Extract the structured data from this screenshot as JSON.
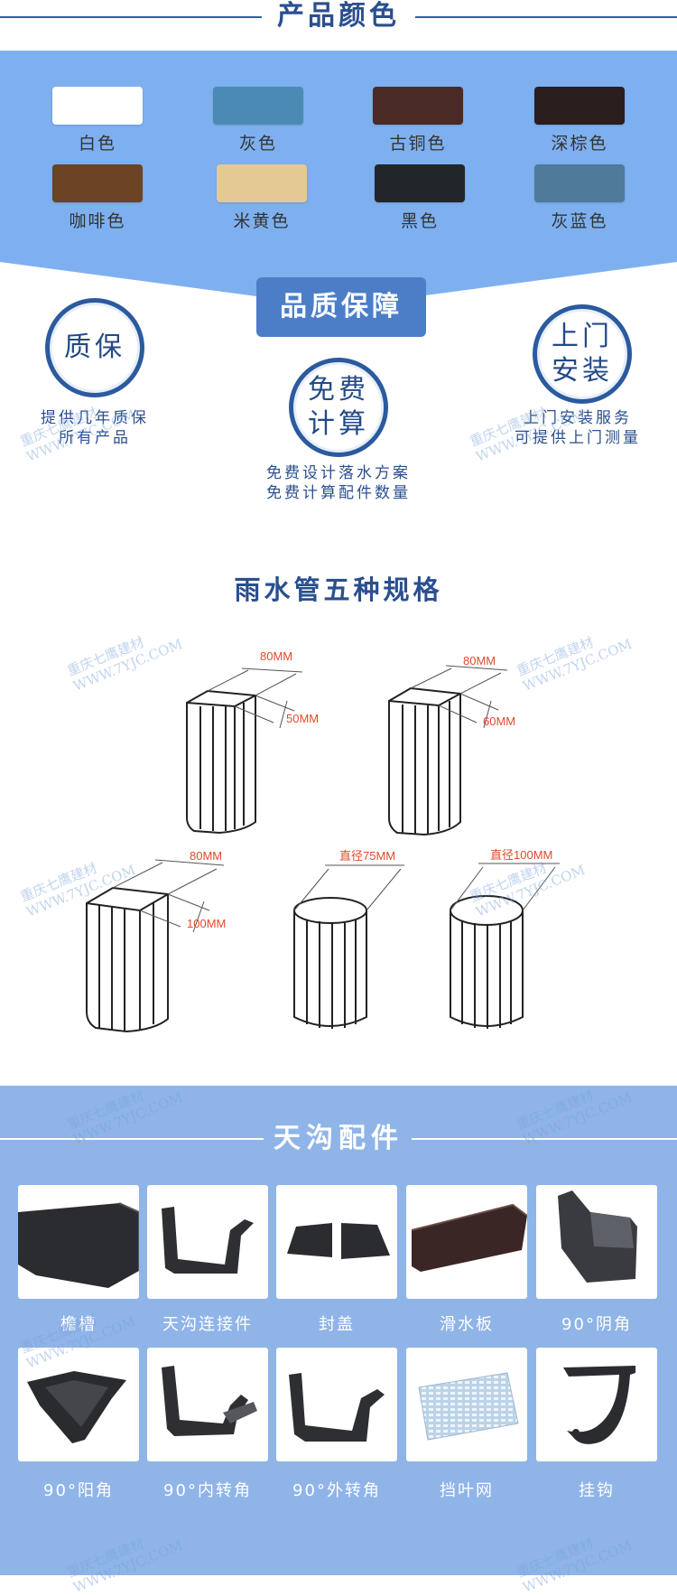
{
  "colors_section": {
    "title": "产品颜色",
    "swatches": [
      {
        "name": "白色",
        "color": "#ffffff"
      },
      {
        "name": "灰色",
        "color": "#4b8bb3"
      },
      {
        "name": "古铜色",
        "color": "#4a2a24"
      },
      {
        "name": "深棕色",
        "color": "#2a1d1e"
      },
      {
        "name": "咖啡色",
        "color": "#6b4424"
      },
      {
        "name": "米黄色",
        "color": "#e4c994"
      },
      {
        "name": "黑色",
        "color": "#22262b"
      },
      {
        "name": "灰蓝色",
        "color": "#4f7a9a"
      }
    ]
  },
  "quality_section": {
    "badge": "品质保障",
    "items": [
      {
        "circle_line1": "质保",
        "circle_line2": "",
        "caption_line1": "提供几年质保",
        "caption_line2": "所有产品"
      },
      {
        "circle_line1": "免费",
        "circle_line2": "计算",
        "caption_line1": "免费设计落水方案",
        "caption_line2": "免费计算配件数量"
      },
      {
        "circle_line1": "上门",
        "circle_line2": "安装",
        "caption_line1": "上门安装服务",
        "caption_line2": "可提供上门测量"
      }
    ]
  },
  "specs_section": {
    "title": "雨水管五种规格",
    "pipes": [
      {
        "shape": "square",
        "width_label": "80MM",
        "depth_label": "50MM"
      },
      {
        "shape": "square",
        "width_label": "80MM",
        "depth_label": "60MM"
      },
      {
        "shape": "square",
        "width_label": "80MM",
        "depth_label": "100MM"
      },
      {
        "shape": "round",
        "diameter_label": "直径75MM"
      },
      {
        "shape": "round",
        "diameter_label": "直径100MM"
      }
    ]
  },
  "accessories_section": {
    "title": "天沟配件",
    "items": [
      {
        "label": "檐槽",
        "icon": "gutter-icon"
      },
      {
        "label": "天沟连接件",
        "icon": "gutter-connector-icon"
      },
      {
        "label": "封盖",
        "icon": "end-cap-icon"
      },
      {
        "label": "滑水板",
        "icon": "drip-board-icon"
      },
      {
        "label": "90°阴角",
        "icon": "inside-corner-icon"
      },
      {
        "label": "90°阳角",
        "icon": "outside-corner-icon"
      },
      {
        "label": "90°内转角",
        "icon": "inner-turn-icon"
      },
      {
        "label": "90°外转角",
        "icon": "outer-turn-icon"
      },
      {
        "label": "挡叶网",
        "icon": "leaf-guard-icon"
      },
      {
        "label": "挂钩",
        "icon": "hanger-hook-icon"
      }
    ]
  },
  "watermark": {
    "line1": "重庆七鹰建材",
    "line2": "WWW.7YJC.COM"
  },
  "theme": {
    "brand_blue": "#2a4f8f",
    "panel_blue": "#7eb0f0",
    "accent_red": "#e14a2b"
  }
}
